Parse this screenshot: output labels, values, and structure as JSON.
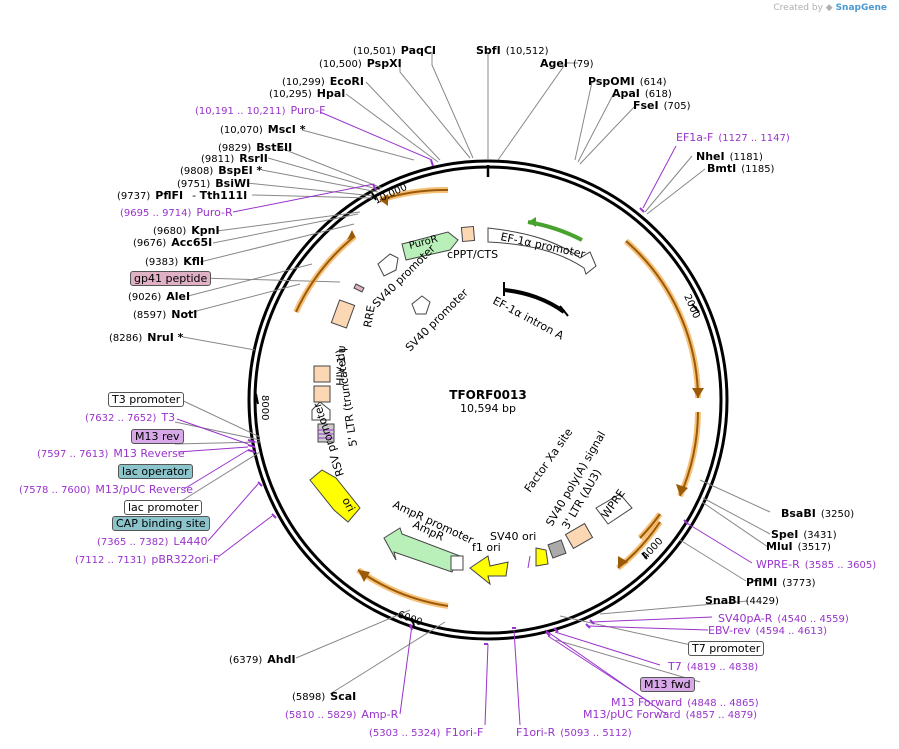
{
  "branding": {
    "prefix": "Created by",
    "name": "SnapGene"
  },
  "plasmid": {
    "name": "TFORF0013",
    "length": "10,594 bp"
  },
  "ticks": {
    "t10000": "10,000",
    "t2000": "2000",
    "t4000": "4000",
    "t6000": "6000",
    "t8000": "8000"
  },
  "enzymes": {
    "paqci": {
      "name": "PaqCI",
      "pos": "(10,501)"
    },
    "pspxi": {
      "name": "PspXI",
      "pos": "(10,500)"
    },
    "sbfi": {
      "name": "SbfI",
      "pos": "(10,512)"
    },
    "agei": {
      "name": "AgeI",
      "pos": "(79)"
    },
    "pspomi": {
      "name": "PspOMI",
      "pos": "(614)"
    },
    "apai": {
      "name": "ApaI",
      "pos": "(618)"
    },
    "fsei": {
      "name": "FseI",
      "pos": "(705)"
    },
    "ecori": {
      "name": "EcoRI",
      "pos": "(10,299)"
    },
    "hpai": {
      "name": "HpaI",
      "pos": "(10,295)"
    },
    "msci": {
      "name": "MscI *",
      "pos": "(10,070)"
    },
    "bsteii": {
      "name": "BstEII",
      "pos": "(9829)"
    },
    "rsrii": {
      "name": "RsrII",
      "pos": "(9811)"
    },
    "bspei": {
      "name": "BspEI *",
      "pos": "(9808)"
    },
    "bsiwi": {
      "name": "BsiWI",
      "pos": "(9751)"
    },
    "pflfi": {
      "name": "PflFI",
      "pos": "(9737)"
    },
    "tth111i": {
      "name": "Tth111I"
    },
    "kpni": {
      "name": "KpnI",
      "pos": "(9680)"
    },
    "acc65i": {
      "name": "Acc65I",
      "pos": "(9676)"
    },
    "kfli": {
      "name": "KflI",
      "pos": "(9383)"
    },
    "alei": {
      "name": "AleI",
      "pos": "(9026)"
    },
    "noti": {
      "name": "NotI",
      "pos": "(8597)"
    },
    "nrui": {
      "name": "NruI *",
      "pos": "(8286)"
    },
    "nhei": {
      "name": "NheI",
      "pos": "(1181)"
    },
    "bmti": {
      "name": "BmtI",
      "pos": "(1185)"
    },
    "bsabi": {
      "name": "BsaBI",
      "pos": "(3250)"
    },
    "spei": {
      "name": "SpeI",
      "pos": "(3431)"
    },
    "mlui": {
      "name": "MluI",
      "pos": "(3517)"
    },
    "pflmi": {
      "name": "PflMI",
      "pos": "(3773)"
    },
    "snabi": {
      "name": "SnaBI",
      "pos": "(4429)"
    },
    "ahdi": {
      "name": "AhdI",
      "pos": "(6379)"
    },
    "scai": {
      "name": "ScaI",
      "pos": "(5898)"
    }
  },
  "primers": {
    "puro_f": {
      "name": "Puro-F",
      "pos": "(10,191 .. 10,211)"
    },
    "puro_r": {
      "name": "Puro-R",
      "pos": "(9695 .. 9714)"
    },
    "ef1a_f": {
      "name": "EF1a-F",
      "pos": "(1127 .. 1147)"
    },
    "t3": {
      "name": "T3",
      "pos": "(7632 .. 7652)"
    },
    "m13_reverse": {
      "name": "M13 Reverse",
      "pos": "(7597 .. 7613)"
    },
    "m13_puc_reverse": {
      "name": "M13/pUC Reverse",
      "pos": "(7578 .. 7600)"
    },
    "l4440": {
      "name": "L4440",
      "pos": "(7365 .. 7382)"
    },
    "pbr322ori_f": {
      "name": "pBR322ori-F",
      "pos": "(7112 .. 7131)"
    },
    "wpre_r": {
      "name": "WPRE-R",
      "pos": "(3585 .. 3605)"
    },
    "sv40pa_r": {
      "name": "SV40pA-R",
      "pos": "(4540 .. 4559)"
    },
    "ebv_rev": {
      "name": "EBV-rev",
      "pos": "(4594 .. 4613)"
    },
    "t7": {
      "name": "T7",
      "pos": "(4819 .. 4838)"
    },
    "m13_forward": {
      "name": "M13 Forward",
      "pos": "(4848 .. 4865)"
    },
    "m13_puc_forward": {
      "name": "M13/pUC Forward",
      "pos": "(4857 .. 4879)"
    },
    "amp_r": {
      "name": "Amp-R",
      "pos": "(5810 .. 5829)"
    },
    "f1ori_f": {
      "name": "F1ori-F",
      "pos": "(5303 .. 5324)"
    },
    "f1ori_r": {
      "name": "F1ori-R",
      "pos": "(5093 .. 5112)"
    }
  },
  "boxes": {
    "gp41": "gp41 peptide",
    "t3_promoter": "T3 promoter",
    "m13_rev": "M13 rev",
    "lac_operator": "lac operator",
    "lac_promoter": "lac promoter",
    "cap_site": "CAP binding site",
    "t7_promoter": "T7 promoter",
    "m13_fwd": "M13 fwd"
  },
  "features": {
    "puror": "PuroR",
    "cppt": "cPPT/CTS",
    "ef1a_promoter": "EF-1α promoter",
    "sv40_promoter_1": "SV40 promoter",
    "sv40_promoter_2": "SV40 promoter",
    "ef1a_intron": "EF-1α intron A",
    "rre": "RRE",
    "hiv_psi": "HIV-1 ψ",
    "ltr5": "5' LTR (truncated)",
    "rsv": "RSV promoter",
    "ori": "ori",
    "ampr_promoter": "AmpR promoter",
    "ampr": "AmpR",
    "f1_ori": "f1 ori",
    "sv40_ori": "SV40 ori",
    "sv40_polya": "SV40 poly(A) signal",
    "ltr3": "3' LTR (ΔU3)",
    "wpre": "WPRE",
    "factor_xa": "Factor Xa site"
  },
  "colors": {
    "primer": "#9933cc",
    "orf_highlight": "#f2a640",
    "feature_green": "#b9efb9",
    "feature_peach": "#fbd7b4",
    "feature_yellow": "#ffff00"
  }
}
